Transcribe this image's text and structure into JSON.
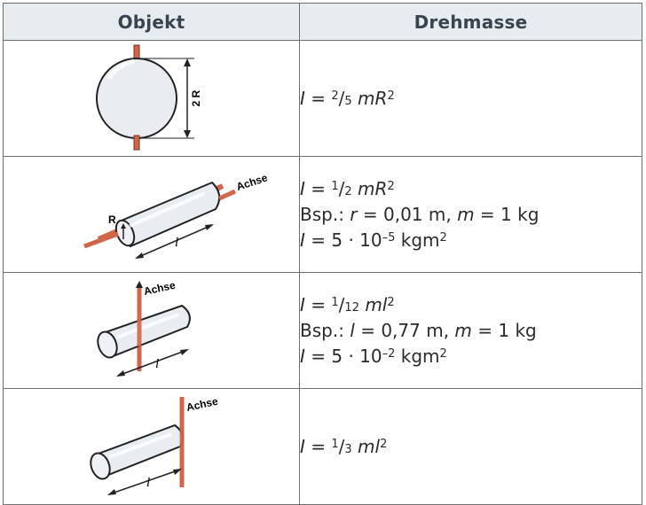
{
  "table": {
    "headers": {
      "object": "Objekt",
      "moment": "Drehmasse"
    },
    "rows": [
      {
        "image": {
          "name": "sphere",
          "labels": {
            "diameter": "2 R"
          }
        },
        "formula": {
          "lhs": "I",
          "eq": " = ",
          "num": "2",
          "den": "5",
          "rest": " mR",
          "exp": "2"
        }
      },
      {
        "image": {
          "name": "cylinder-long-axis",
          "labels": {
            "axis": "Achse",
            "radius": "R",
            "length": "l"
          }
        },
        "formula": {
          "lhs": "I",
          "eq": " = ",
          "num": "1",
          "den": "2",
          "rest": " mR",
          "exp": "2"
        },
        "example": {
          "prefix": "Bsp.: ",
          "var1": "r",
          "val1": " = 0,01 m, ",
          "var2": "m",
          "val2": " = 1 kg"
        },
        "result": {
          "lhs": "I",
          "eq": " = 5 · 10",
          "exp": "–5",
          "unit": " kgm",
          "unit_exp": "2"
        }
      },
      {
        "image": {
          "name": "cylinder-center-axis",
          "labels": {
            "axis": "Achse",
            "length": "l"
          }
        },
        "formula": {
          "lhs": "I",
          "eq": " = ",
          "num": "1",
          "den": "12",
          "rest": " ml",
          "exp": "2"
        },
        "example": {
          "prefix": "Bsp.: ",
          "var1": "l",
          "val1": " = 0,77 m, ",
          "var2": "m",
          "val2": " = 1 kg"
        },
        "result": {
          "lhs": "I",
          "eq": " = 5 · 10",
          "exp": "–2",
          "unit": " kgm",
          "unit_exp": "2"
        }
      },
      {
        "image": {
          "name": "cylinder-end-axis",
          "labels": {
            "axis": "Achse",
            "length": "l"
          }
        },
        "formula": {
          "lhs": "I",
          "eq": " = ",
          "num": "1",
          "den": "3",
          "rest": " ml",
          "exp": "2"
        }
      }
    ]
  },
  "colors": {
    "header_bg": "#e7ecf0",
    "border": "#6f6f6f",
    "axis_rod": "#d0664a",
    "cylinder": "#e8edf2"
  }
}
